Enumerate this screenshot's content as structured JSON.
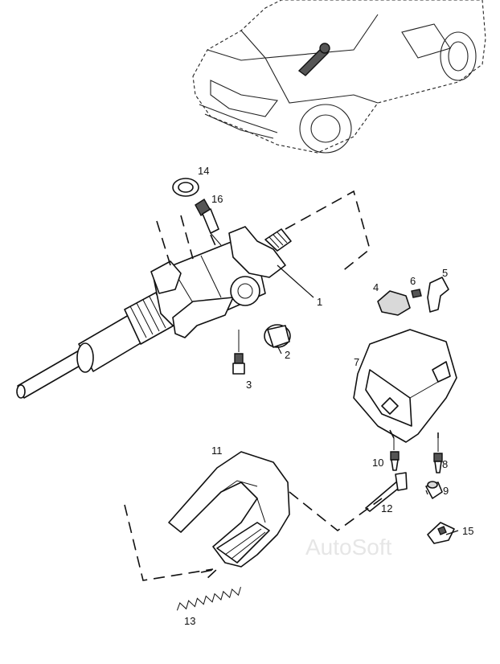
{
  "parts": [
    {
      "id": "callout-1",
      "number": "1"
    },
    {
      "id": "callout-2",
      "number": "2"
    },
    {
      "id": "callout-3",
      "number": "3"
    },
    {
      "id": "callout-4",
      "number": "4"
    },
    {
      "id": "callout-5",
      "number": "5"
    },
    {
      "id": "callout-6",
      "number": "6"
    },
    {
      "id": "callout-7",
      "number": "7"
    },
    {
      "id": "callout-8",
      "number": "8"
    },
    {
      "id": "callout-9",
      "number": "9"
    },
    {
      "id": "callout-10",
      "number": "10"
    },
    {
      "id": "callout-11",
      "number": "11"
    },
    {
      "id": "callout-12",
      "number": "12"
    },
    {
      "id": "callout-13",
      "number": "13"
    },
    {
      "id": "callout-14",
      "number": "14"
    },
    {
      "id": "callout-15",
      "number": "15"
    },
    {
      "id": "callout-16",
      "number": "16"
    }
  ],
  "watermark": "AutoSoft"
}
